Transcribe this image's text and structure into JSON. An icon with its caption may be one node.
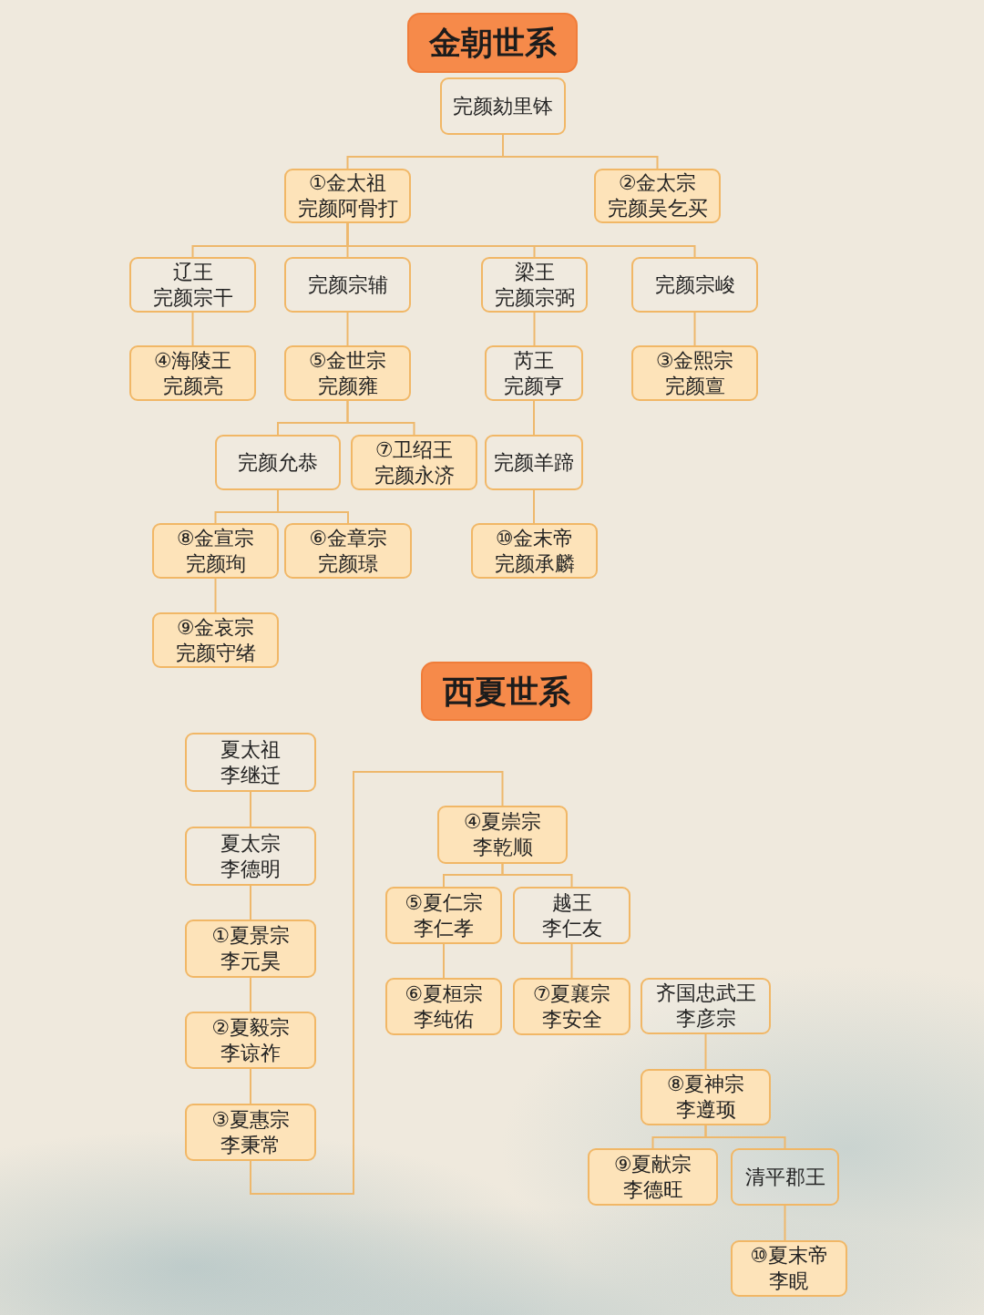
{
  "diagram": {
    "nodes": [
      {
        "text": [
          "金朝世系"
        ]
      },
      {
        "text": [
          "完颜劾里钵"
        ]
      },
      {
        "text": [
          "①金太祖",
          "完颜阿骨打"
        ]
      },
      {
        "text": [
          "②金太宗",
          "完颜吴乞买"
        ]
      },
      {
        "text": [
          "辽王",
          "完颜宗干"
        ]
      },
      {
        "text": [
          "完颜宗辅"
        ]
      },
      {
        "text": [
          "梁王",
          "完颜宗弼"
        ]
      },
      {
        "text": [
          "完颜宗峻"
        ]
      },
      {
        "text": [
          "④海陵王",
          "完颜亮"
        ]
      },
      {
        "text": [
          "⑤金世宗",
          "完颜雍"
        ]
      },
      {
        "text": [
          "芮王",
          "完颜亨"
        ]
      },
      {
        "text": [
          "③金熙宗",
          "完颜亶"
        ]
      },
      {
        "text": [
          "完颜允恭"
        ]
      },
      {
        "text": [
          "⑦卫绍王",
          "完颜永济"
        ]
      },
      {
        "text": [
          "完颜羊蹄"
        ]
      },
      {
        "text": [
          "⑧金宣宗",
          "完颜珣"
        ]
      },
      {
        "text": [
          "⑥金章宗",
          "完颜璟"
        ]
      },
      {
        "text": [
          "⑩金末帝",
          "完颜承麟"
        ]
      },
      {
        "text": [
          "⑨金哀宗",
          "完颜守绪"
        ]
      },
      {
        "text": [
          "西夏世系"
        ]
      },
      {
        "text": [
          "夏太祖",
          "李继迁"
        ]
      },
      {
        "text": [
          "夏太宗",
          "李德明"
        ]
      },
      {
        "text": [
          "①夏景宗",
          "李元昊"
        ]
      },
      {
        "text": [
          "②夏毅宗",
          "李谅祚"
        ]
      },
      {
        "text": [
          "③夏惠宗",
          "李秉常"
        ]
      },
      {
        "text": [
          "④夏崇宗",
          "李乾顺"
        ]
      },
      {
        "text": [
          "⑤夏仁宗",
          "李仁孝"
        ]
      },
      {
        "text": [
          "越王",
          "李仁友"
        ]
      },
      {
        "text": [
          "⑥夏桓宗",
          "李纯佑"
        ]
      },
      {
        "text": [
          "⑦夏襄宗",
          "李安全"
        ]
      },
      {
        "text": [
          "齐国忠武王",
          "李彦宗"
        ]
      },
      {
        "text": [
          "⑧夏神宗",
          "李遵顼"
        ]
      },
      {
        "text": [
          "⑨夏献宗",
          "李德旺"
        ]
      },
      {
        "text": [
          "清平郡王"
        ]
      },
      {
        "text": [
          "⑩夏末帝",
          "李睍"
        ]
      }
    ],
    "edges": [
      {
        "from": 1,
        "to": 2,
        "arrow": "none"
      },
      {
        "from": 1,
        "to": 3,
        "arrow": "none"
      },
      {
        "from": 2,
        "to": 4,
        "arrow": "none"
      },
      {
        "from": 2,
        "to": 5,
        "arrow": "none"
      },
      {
        "from": 2,
        "to": 6,
        "arrow": "none"
      },
      {
        "from": 2,
        "to": 7,
        "arrow": "none"
      },
      {
        "from": 4,
        "to": 8,
        "arrow": "none"
      },
      {
        "from": 5,
        "to": 9,
        "arrow": "none"
      },
      {
        "from": 6,
        "to": 10,
        "arrow": "none"
      },
      {
        "from": 7,
        "to": 11,
        "arrow": "none"
      },
      {
        "from": 9,
        "to": 12,
        "arrow": "none"
      },
      {
        "from": 9,
        "to": 13,
        "arrow": "none"
      },
      {
        "from": 10,
        "to": 14,
        "arrow": "none"
      },
      {
        "from": 12,
        "to": 15,
        "arrow": "none"
      },
      {
        "from": 12,
        "to": 16,
        "arrow": "none"
      },
      {
        "from": 14,
        "to": 17,
        "arrow": "none"
      },
      {
        "from": 15,
        "to": 18,
        "arrow": "none"
      },
      {
        "from": 20,
        "to": 21,
        "arrow": "none"
      },
      {
        "from": 21,
        "to": 22,
        "arrow": "none"
      },
      {
        "from": 22,
        "to": 23,
        "arrow": "none"
      },
      {
        "from": 23,
        "to": 24,
        "arrow": "none"
      },
      {
        "from": 24,
        "to": 25,
        "arrow": "none"
      },
      {
        "from": 25,
        "to": 26,
        "arrow": "none"
      },
      {
        "from": 25,
        "to": 27,
        "arrow": "none"
      },
      {
        "from": 26,
        "to": 28,
        "arrow": "none"
      },
      {
        "from": 27,
        "to": 29,
        "arrow": "none"
      },
      {
        "from": 30,
        "to": 31,
        "arrow": "none"
      },
      {
        "from": 31,
        "to": 32,
        "arrow": "none"
      },
      {
        "from": 31,
        "to": 33,
        "arrow": "none"
      },
      {
        "from": 33,
        "to": 34,
        "arrow": "none"
      }
    ]
  }
}
